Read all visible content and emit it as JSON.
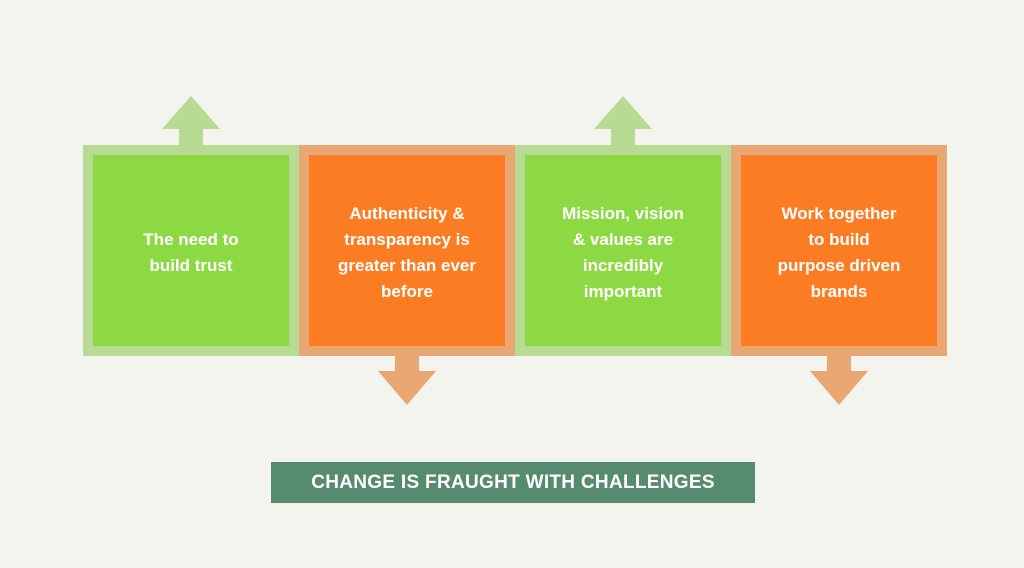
{
  "colors": {
    "background": "#f4f4ef",
    "green_outer": "#b7db93",
    "green_inner": "#8cd943",
    "orange_outer": "#e9a774",
    "orange_inner": "#fb7c23",
    "banner": "#568b70"
  },
  "blocks": [
    {
      "label": "The need to\nbuild trust",
      "tone": "green",
      "arrow": "up"
    },
    {
      "label": "Authenticity &\ntransparency is\ngreater than ever\nbefore",
      "tone": "orange",
      "arrow": "down"
    },
    {
      "label": "Mission, vision\n& values are\nincredibly\nimportant",
      "tone": "green",
      "arrow": "up"
    },
    {
      "label": "Work together\nto build\npurpose driven\nbrands",
      "tone": "orange",
      "arrow": "down"
    }
  ],
  "banner": {
    "text": "CHANGE IS FRAUGHT WITH CHALLENGES"
  }
}
